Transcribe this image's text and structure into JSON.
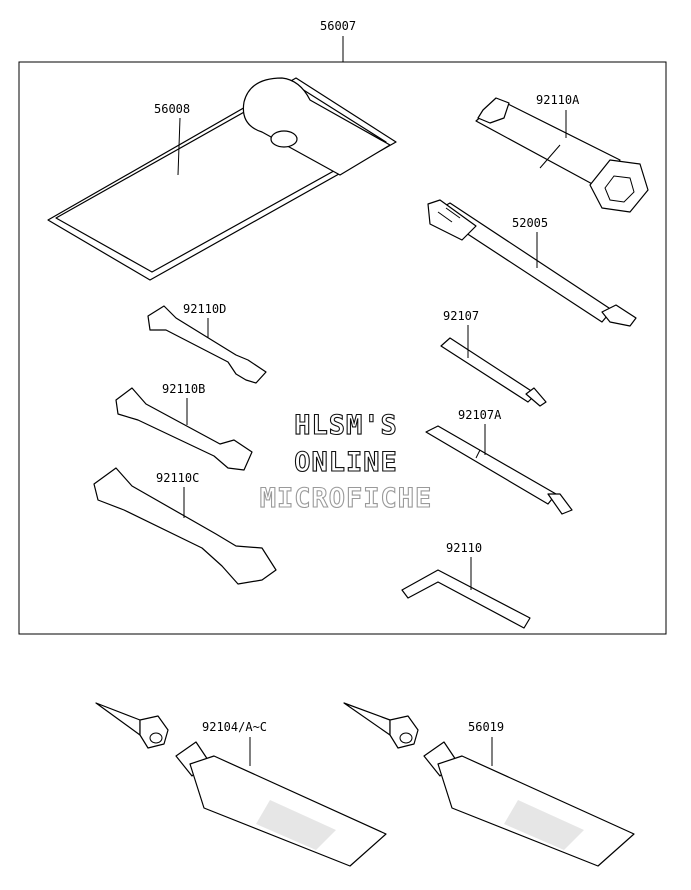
{
  "assembly": {
    "part_number": "56007"
  },
  "parts": {
    "tool_bag": "56008",
    "plug_wrench": "92110A",
    "screwdriver_handle": "52005",
    "wrench_d": "92110D",
    "screwdriver_bit": "92107",
    "wrench_b": "92110B",
    "screwdriver_bit_a": "92107A",
    "wrench_c": "92110C",
    "hex_wrench": "92110",
    "grease_tube_1": "92104/A~C",
    "grease_tube_2": "56019"
  },
  "watermark": {
    "line1": "HLSM'S",
    "line2": "ONLINE",
    "line3": "MICROFICHE"
  }
}
